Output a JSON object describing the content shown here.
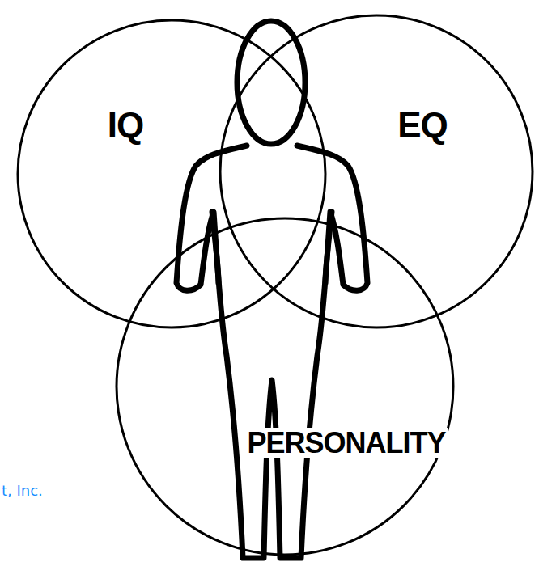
{
  "diagram": {
    "nodes": [
      {
        "text": [
          "IQ"
        ]
      },
      {
        "text": [
          "EQ"
        ]
      },
      {
        "text": [
          "PERSONALITY"
        ]
      }
    ],
    "labels": [
      "t, Inc."
    ]
  }
}
